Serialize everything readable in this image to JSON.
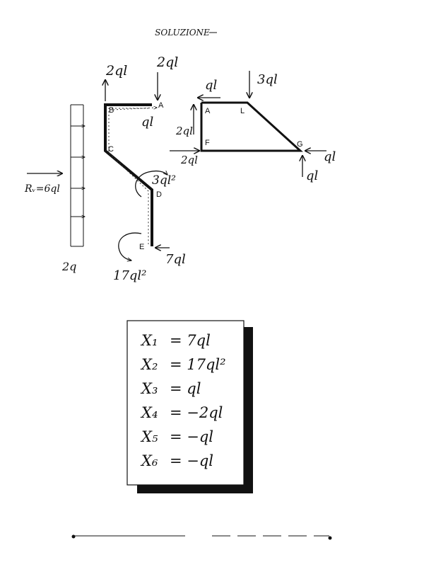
{
  "title": "SOLUZIONE",
  "left_structure": {
    "point_labels": {
      "B": "B",
      "A": "A",
      "C": "C",
      "D": "D",
      "E": "E"
    },
    "loads": {
      "top_left_up": "2ql",
      "top_right_down": "2ql",
      "top_horizontal": "ql",
      "moment_D": "3ql²",
      "moment_E": "17ql²",
      "force_E": "7ql",
      "distributed": "2q",
      "reaction": "Rᵥ=6ql"
    }
  },
  "right_structure": {
    "point_labels": {
      "A": "A",
      "L": "L",
      "F": "F",
      "G": "G"
    },
    "loads": {
      "top_left_arrow": "ql",
      "top_down": "3ql",
      "left_vertical": "2ql",
      "bottom_horizontal": "2ql",
      "G_horizontal": "ql",
      "G_vertical": "ql"
    }
  },
  "results": [
    {
      "name": "X₁",
      "value": "= 7ql"
    },
    {
      "name": "X₂",
      "value": "= 17ql²"
    },
    {
      "name": "X₃",
      "value": "= ql"
    },
    {
      "name": "X₄",
      "value": "= −2ql"
    },
    {
      "name": "X₅",
      "value": "= −ql"
    },
    {
      "name": "X₆",
      "value": "= −ql"
    }
  ]
}
